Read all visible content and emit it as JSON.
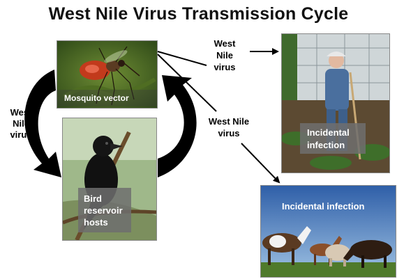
{
  "title": "West Nile Virus Transmission Cycle",
  "nodes": {
    "mosquito": {
      "label": "Mosquito vector"
    },
    "bird": {
      "label_lines": [
        "Bird",
        "reservoir",
        "hosts"
      ]
    },
    "human": {
      "label_lines": [
        "Incidental",
        "infection"
      ]
    },
    "horses": {
      "label": "Incidental infection"
    }
  },
  "edge_labels": {
    "left": [
      "West",
      "Nile",
      "virus"
    ],
    "top": [
      "West",
      "Nile",
      "virus"
    ],
    "middle": [
      "West Nile",
      "virus"
    ]
  }
}
